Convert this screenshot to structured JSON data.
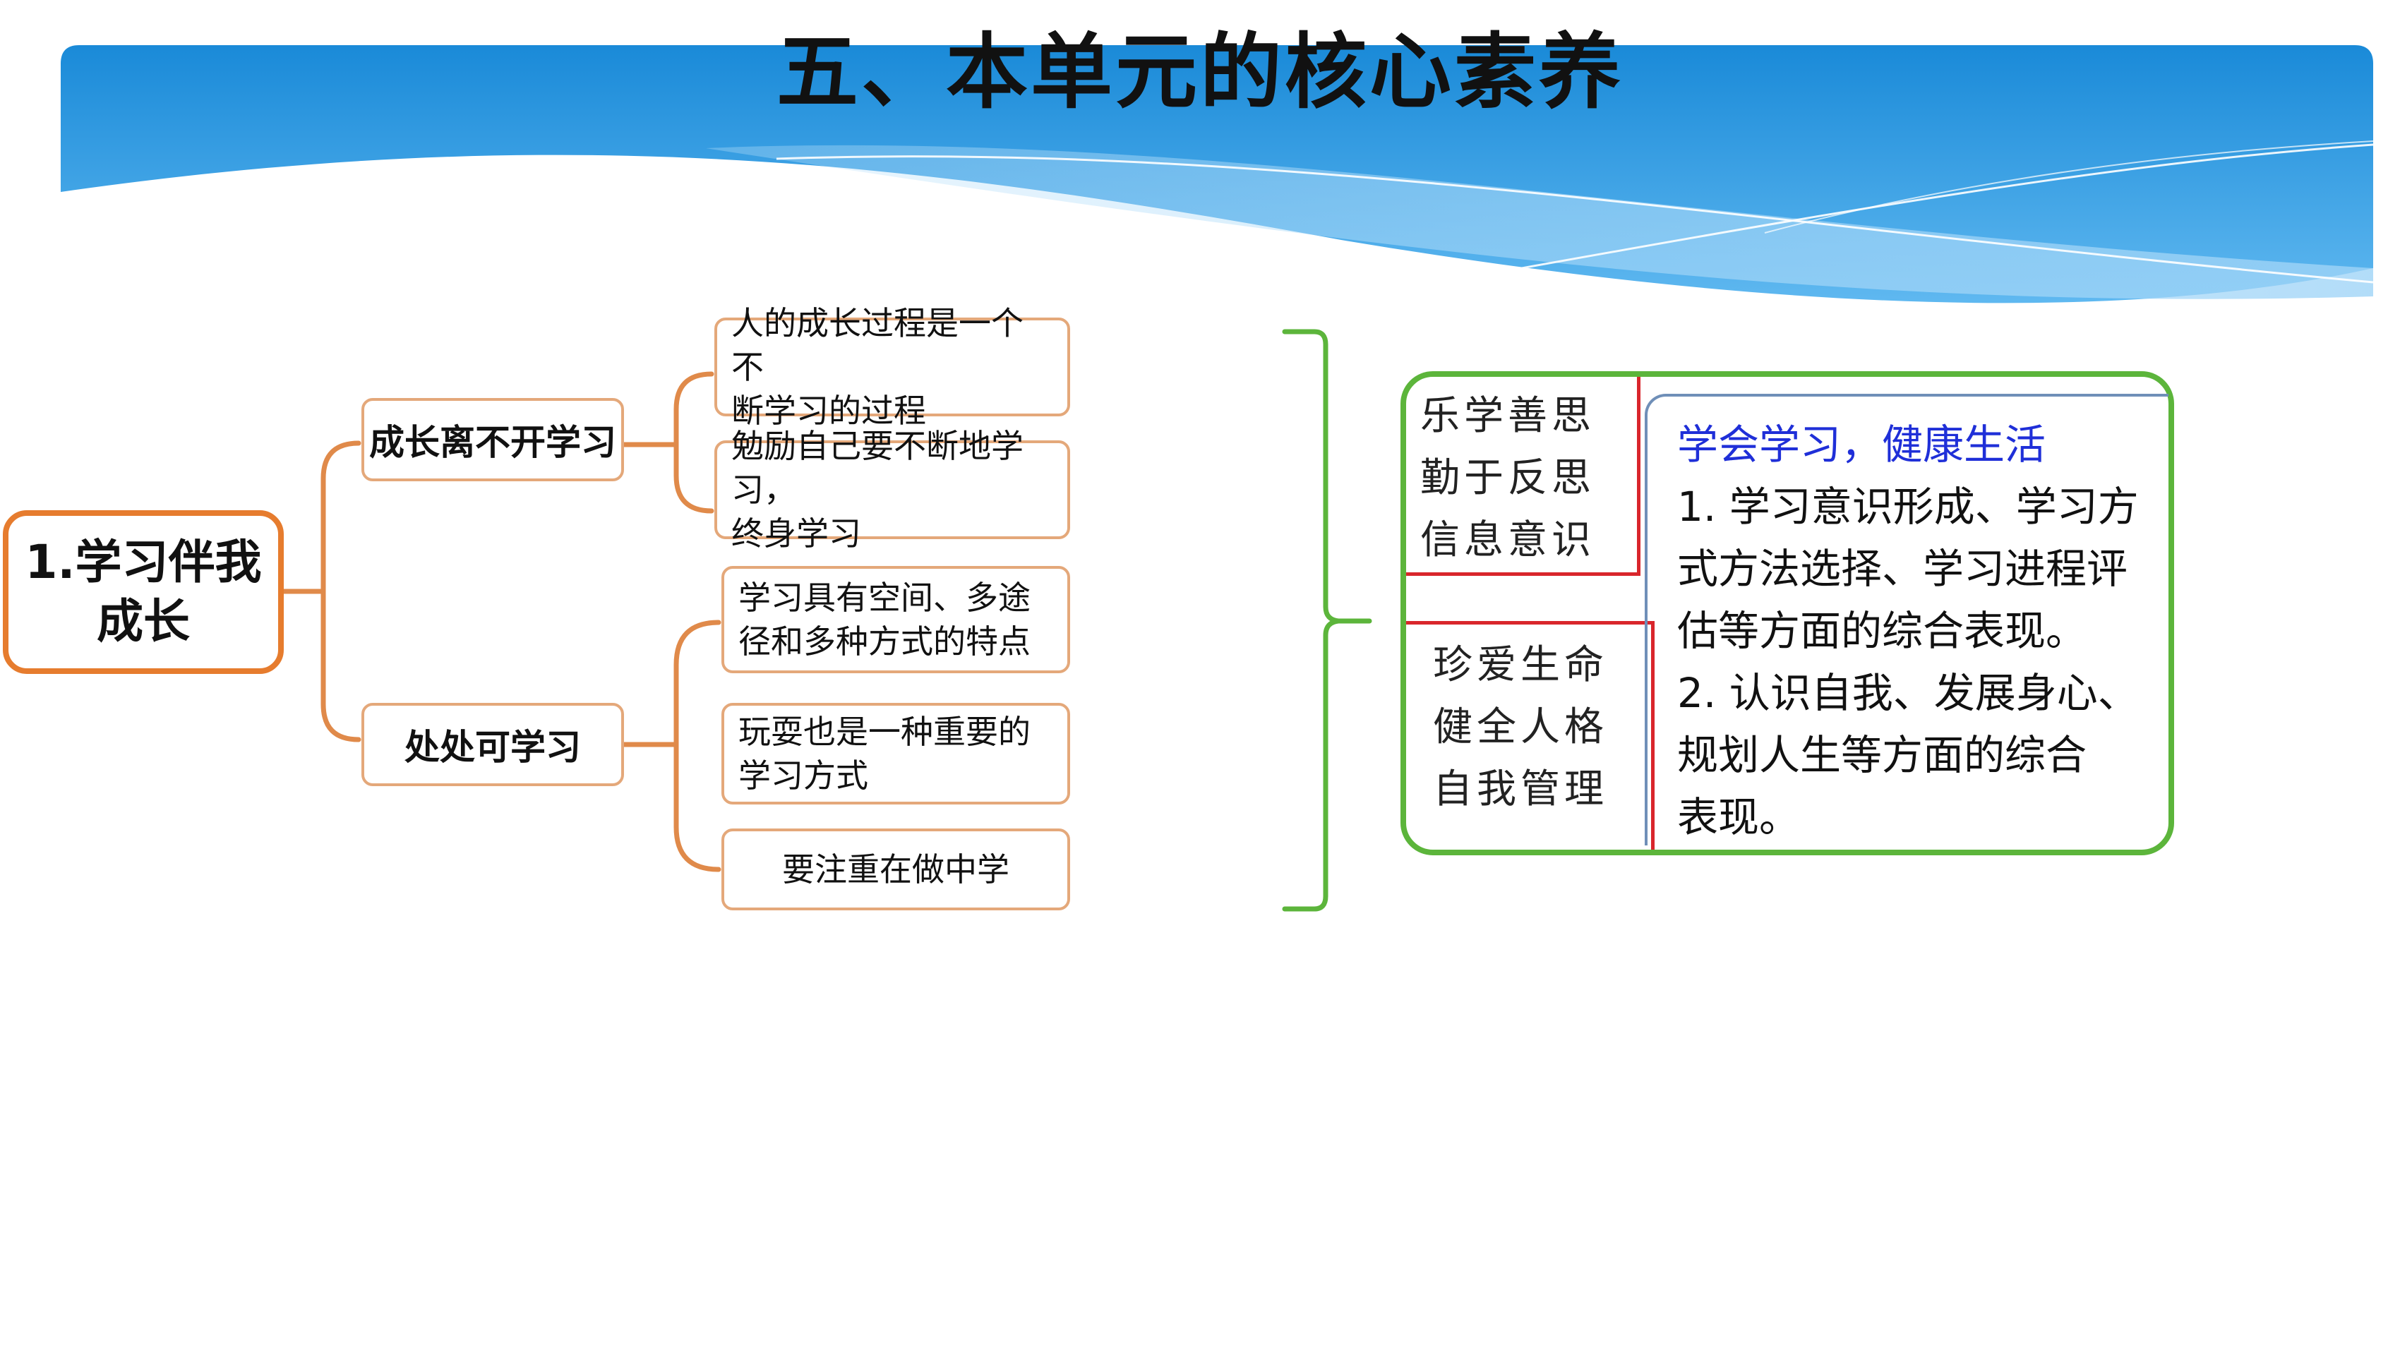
{
  "title": "五、本单元的核心素养",
  "mindmap": {
    "root": [
      "1.学习伴我",
      "成长"
    ],
    "branches": [
      {
        "label": "成长离不开学习",
        "leaves": [
          [
            "人的成长过程是一个不",
            "断学习的过程"
          ],
          [
            "勉励自己要不断地学习，",
            "终身学习"
          ]
        ]
      },
      {
        "label": "处处可学习",
        "leaves": [
          [
            "学习具有空间、多途",
            "径和多种方式的特点"
          ],
          [
            "玩耍也是一种重要的",
            "学习方式"
          ],
          [
            "要注重在做中学"
          ]
        ]
      }
    ]
  },
  "competencies": {
    "group_a": [
      "乐学善思",
      "勤于反思",
      "信息意识"
    ],
    "group_b": [
      "珍爱生命",
      "健全人格",
      "自我管理"
    ],
    "heading": "学会学习，健康生活",
    "text_lines": [
      "1. 学习意识形成、学习方",
      "式方法选择、学习进程评",
      "估等方面的综合表现。",
      "2. 认识自我、发展身心、",
      "规划人生等方面的综合",
      "表现。"
    ]
  },
  "colors": {
    "banner": "#1e90dc",
    "root_border": "#e67c2e",
    "connector": "#e08a4a",
    "box_border": "#e4a87a",
    "green": "#5cb53b",
    "red": "#d9262c",
    "heading_blue": "#1f2fd8"
  }
}
